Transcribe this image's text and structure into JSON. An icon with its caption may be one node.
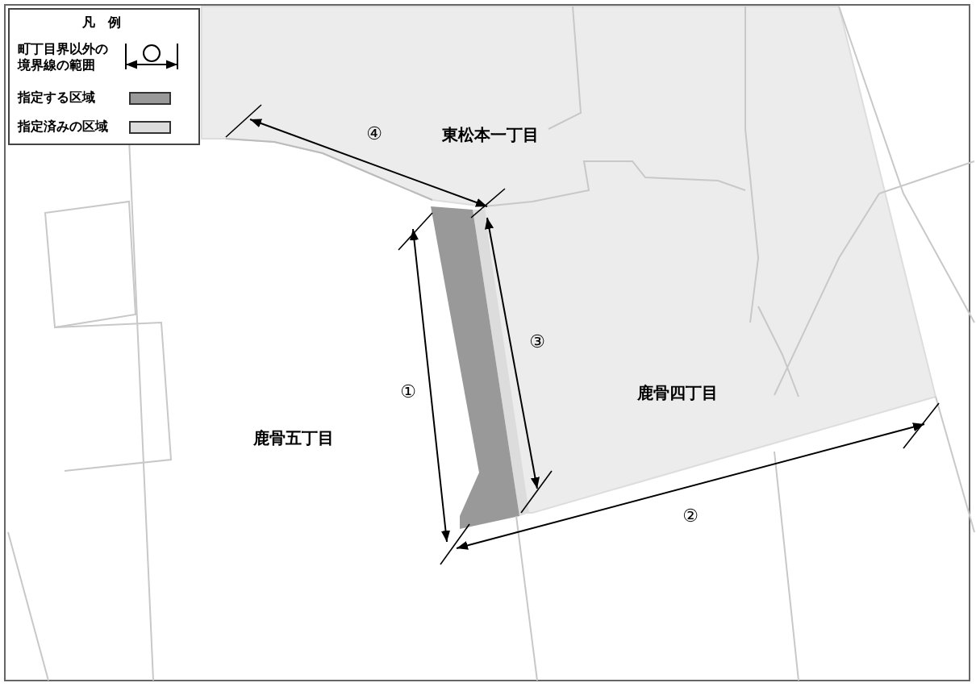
{
  "diagram": {
    "labels": [
      "凡　例",
      "東松本一丁目",
      "④",
      "③",
      "①",
      "鹿骨五丁目",
      "鹿骨四丁目",
      "②"
    ],
    "legend": [
      {
        "text": "町丁目界以外の境界線の範囲"
      },
      {
        "text": "指定する区域",
        "color": "#999999"
      },
      {
        "text": "指定済みの区域",
        "color": "#dcdcdc"
      }
    ]
  }
}
